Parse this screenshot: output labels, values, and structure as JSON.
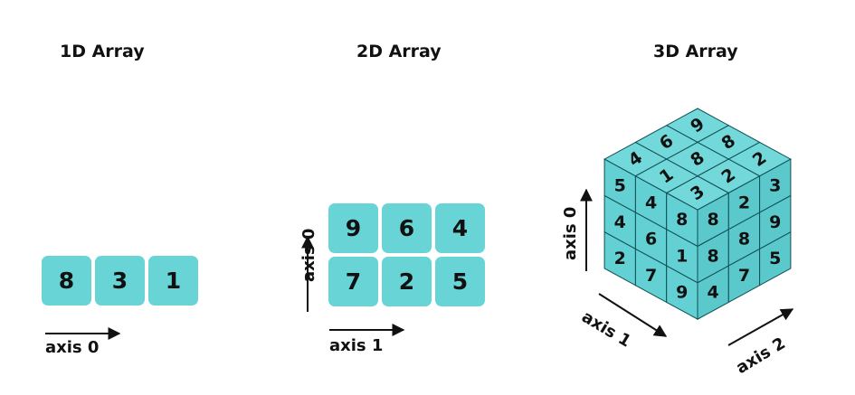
{
  "colors": {
    "cell": "#68d4d6",
    "cube_top": "#72d8da",
    "cube_left": "#63d0d3",
    "cube_right": "#5bc9cc",
    "edge": "#0d4f55"
  },
  "titles": {
    "one_d": "1D Array",
    "two_d": "2D Array",
    "three_d": "3D Array"
  },
  "array1d": {
    "values": [
      "8",
      "3",
      "1"
    ],
    "axis": "axis 0"
  },
  "array2d": {
    "rows": [
      [
        "9",
        "6",
        "4"
      ],
      [
        "7",
        "2",
        "5"
      ]
    ],
    "axis0": "axis 0",
    "axis1": "axis 1"
  },
  "array3d": {
    "top": [
      [
        "9",
        "8",
        "2"
      ],
      [
        "6",
        "8",
        "2"
      ],
      [
        "4",
        "1",
        "3"
      ]
    ],
    "left": [
      [
        "5",
        "4",
        "8"
      ],
      [
        "4",
        "6",
        "1"
      ],
      [
        "2",
        "7",
        "9"
      ]
    ],
    "right": [
      [
        "8",
        "2",
        "3"
      ],
      [
        "8",
        "8",
        "9"
      ],
      [
        "4",
        "7",
        "5"
      ]
    ],
    "axis0": "axis 0",
    "axis1": "axis 1",
    "axis2": "axis 2"
  }
}
